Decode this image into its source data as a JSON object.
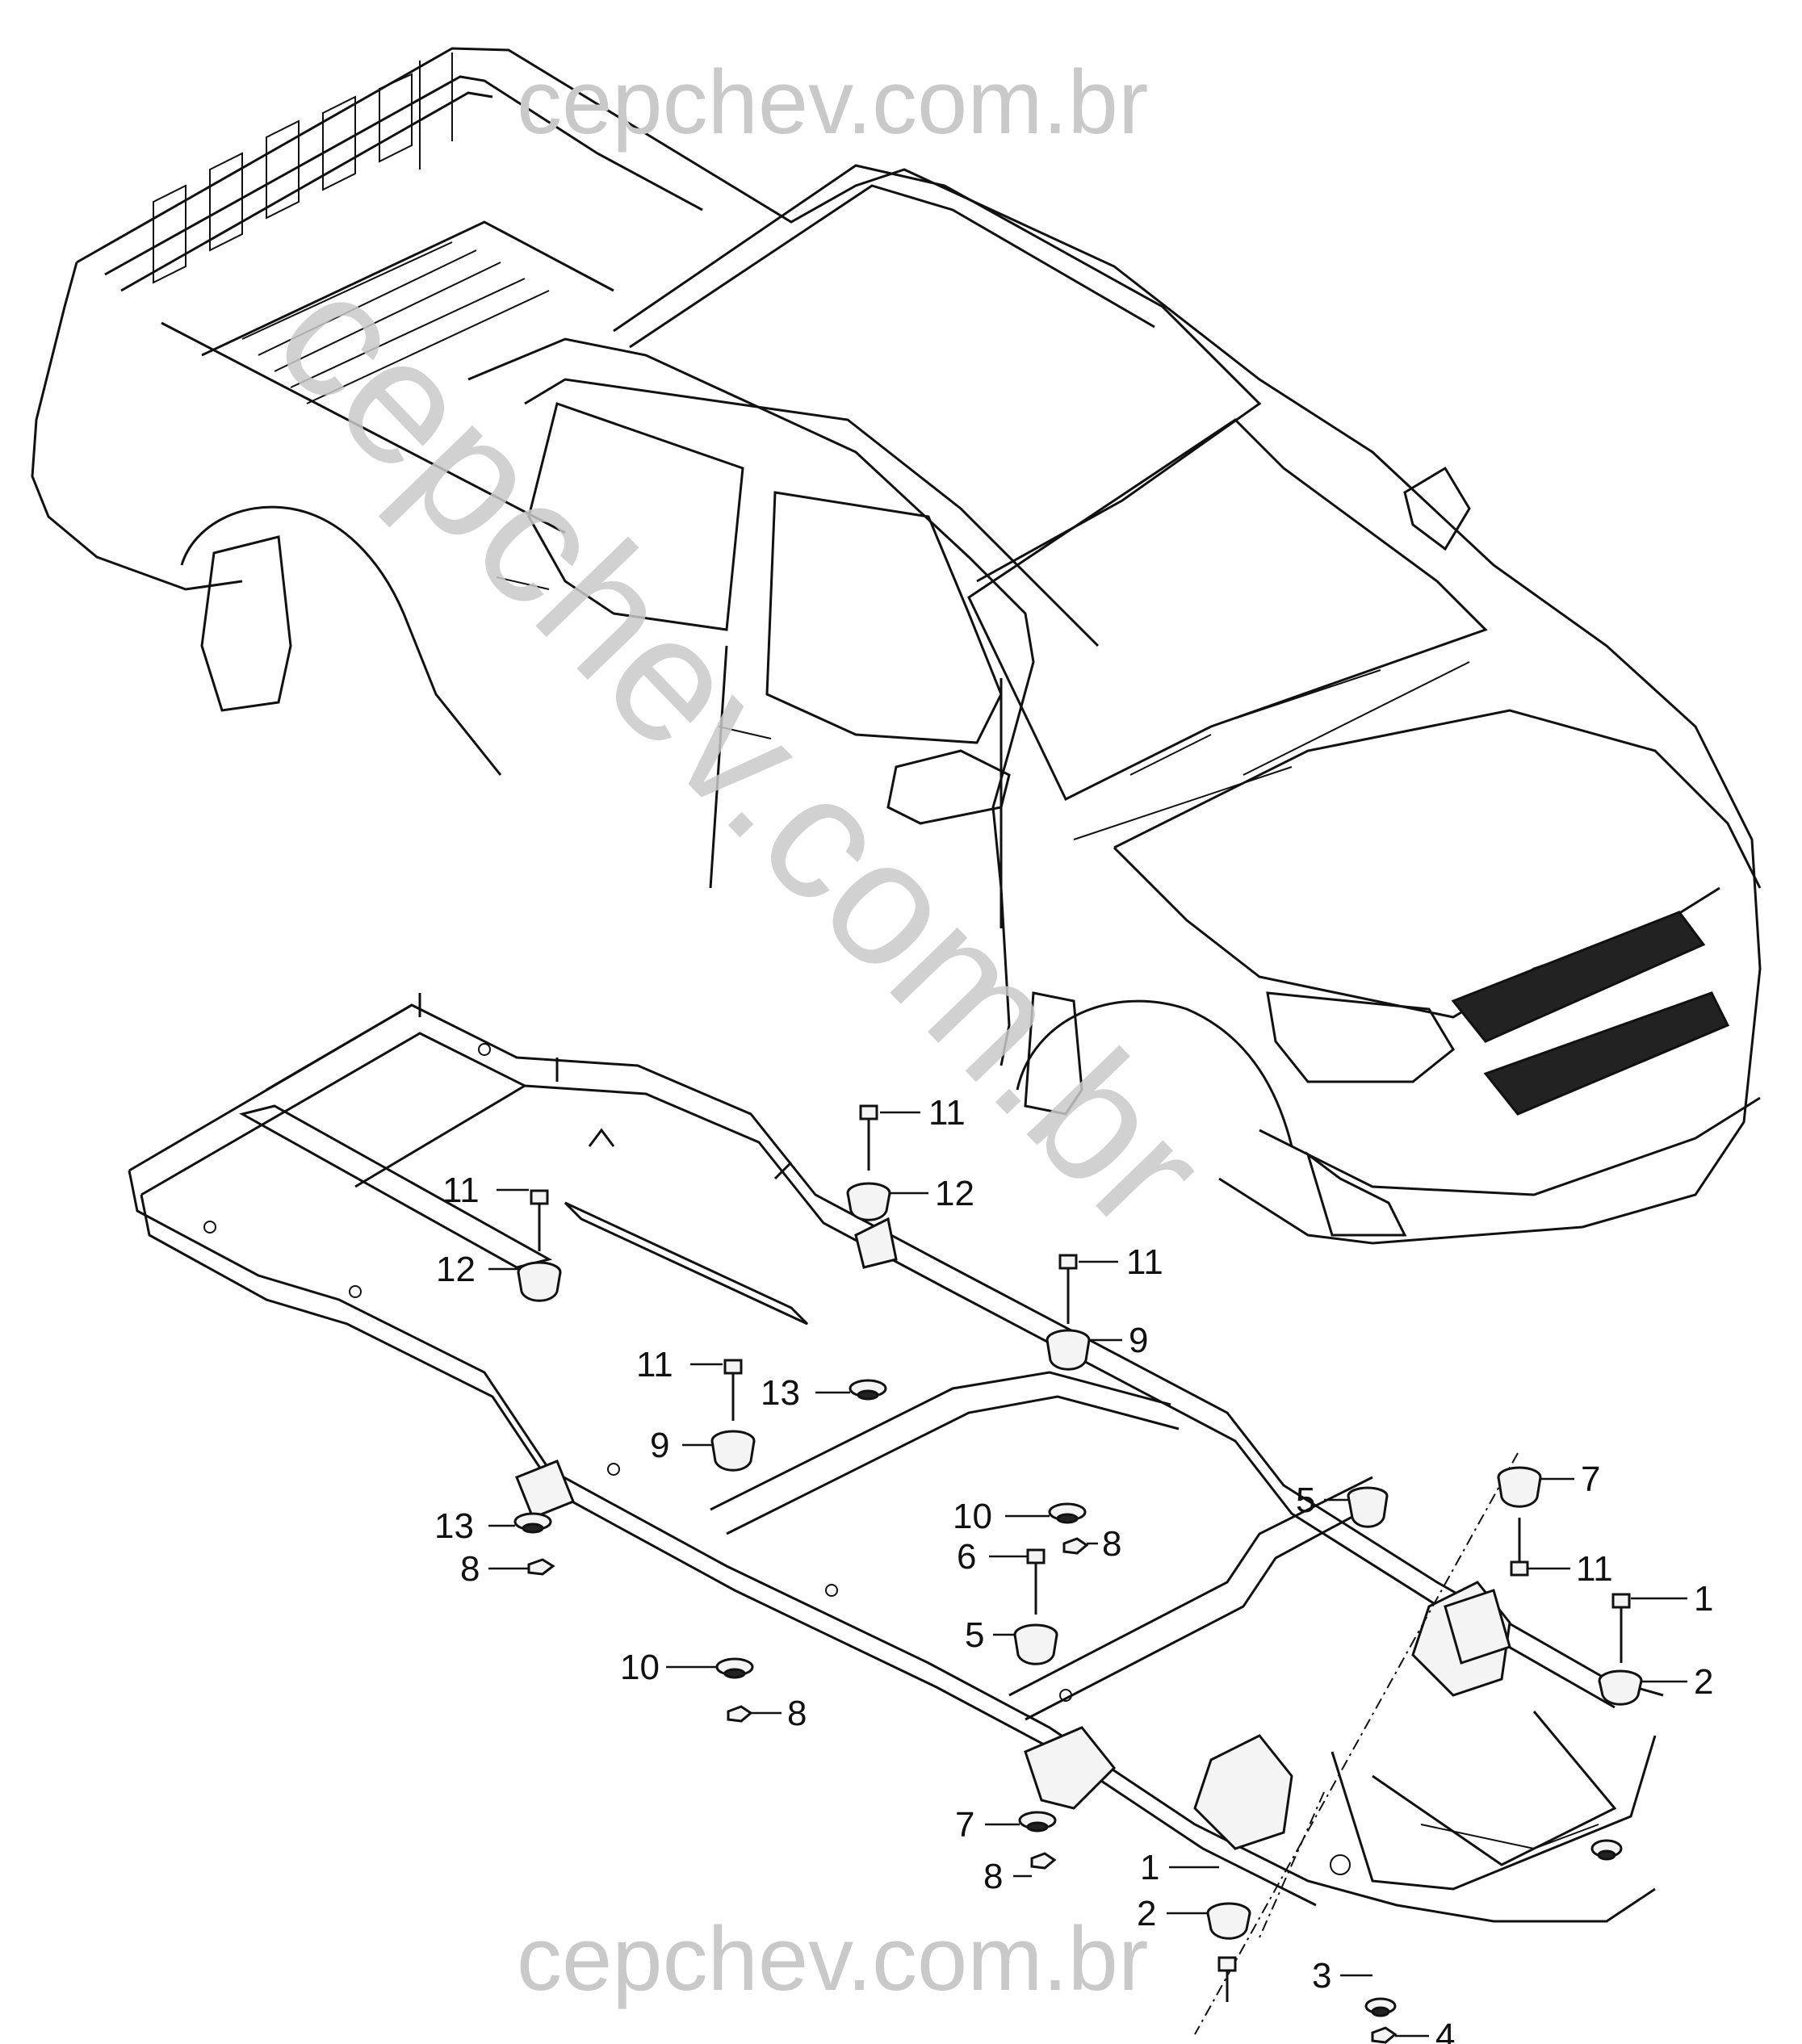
{
  "watermark": {
    "top": "cepchev.com.br",
    "bottom": "cepchev.com.br",
    "diagonal": "cepchev.com.br"
  },
  "callouts": [
    {
      "id": "c1",
      "label": "11"
    },
    {
      "id": "c2",
      "label": "12"
    },
    {
      "id": "c3",
      "label": "11"
    },
    {
      "id": "c4",
      "label": "12"
    },
    {
      "id": "c5",
      "label": "11"
    },
    {
      "id": "c6",
      "label": "9"
    },
    {
      "id": "c7",
      "label": "11"
    },
    {
      "id": "c8",
      "label": "13"
    },
    {
      "id": "c9",
      "label": "9"
    },
    {
      "id": "c10",
      "label": "13"
    },
    {
      "id": "c11",
      "label": "8"
    },
    {
      "id": "c12",
      "label": "10"
    },
    {
      "id": "c13",
      "label": "8"
    },
    {
      "id": "c14",
      "label": "5"
    },
    {
      "id": "c15",
      "label": "7"
    },
    {
      "id": "c16",
      "label": "11"
    },
    {
      "id": "c17",
      "label": "6"
    },
    {
      "id": "c18",
      "label": "1"
    },
    {
      "id": "c19",
      "label": "5"
    },
    {
      "id": "c20",
      "label": "2"
    },
    {
      "id": "c21",
      "label": "10"
    },
    {
      "id": "c22",
      "label": "8"
    },
    {
      "id": "c23",
      "label": "7"
    },
    {
      "id": "c24",
      "label": "1"
    },
    {
      "id": "c25",
      "label": "8"
    },
    {
      "id": "c26",
      "label": "2"
    },
    {
      "id": "c27",
      "label": "3"
    },
    {
      "id": "c28",
      "label": "4"
    }
  ]
}
